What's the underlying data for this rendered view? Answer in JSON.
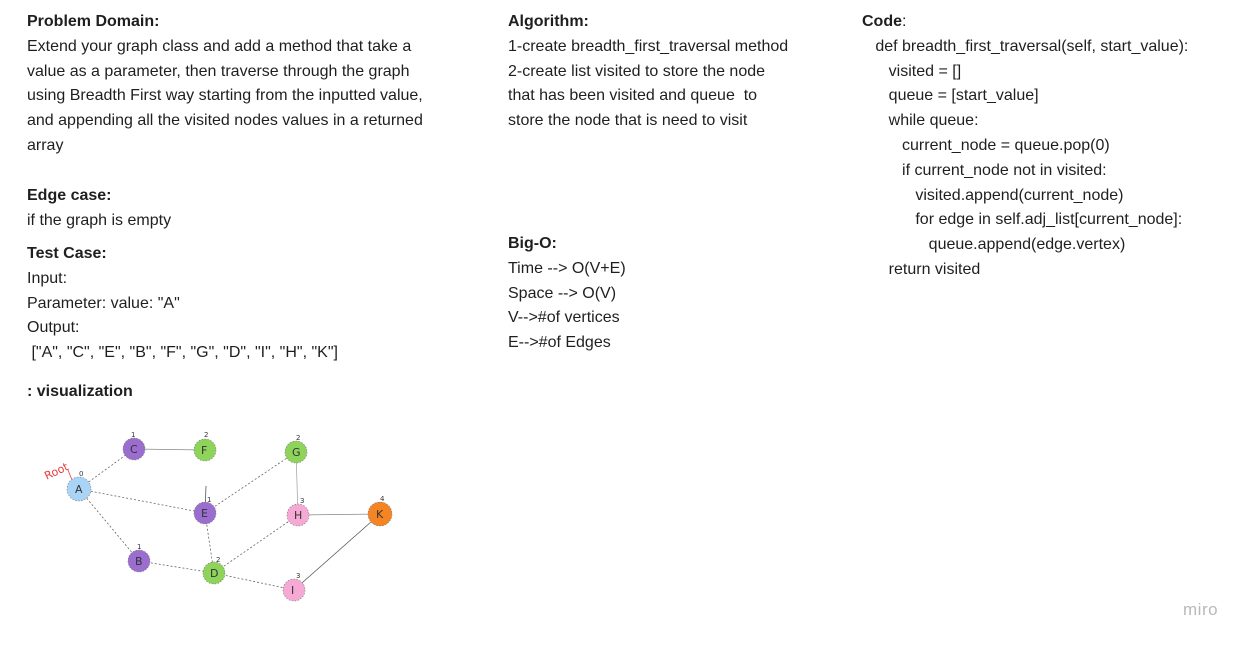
{
  "problem_domain": {
    "heading": "Problem Domain:",
    "lines": [
      "Extend your graph class and add a method that take a",
      "value as a parameter, then traverse through the graph",
      "using Breadth First way starting from the inputted value,",
      "and appending all the visited nodes values in a returned",
      "array"
    ]
  },
  "edge_case": {
    "heading": "Edge case:",
    "lines": [
      "if the graph is empty"
    ]
  },
  "test_case": {
    "heading": "Test Case:",
    "lines": [
      "Input:",
      "Parameter: value: \"A\"",
      "Output:",
      " [\"A\", \"C\", \"E\", \"B\", \"F\", \"G\", \"D\", \"I\", \"H\", \"K\"]"
    ]
  },
  "visualization": {
    "heading": ": visualization"
  },
  "algorithm": {
    "heading": "Algorithm:",
    "lines": [
      "1-create breadth_first_traversal method",
      "2-create list visited to store the node",
      "that has been visited and queue  to",
      "store the node that is need to visit"
    ]
  },
  "big_o": {
    "heading": "Big-O:",
    "lines": [
      "Time --> O(V+E)",
      "Space --> O(V)",
      "V-->#of vertices",
      "E-->#of Edges"
    ]
  },
  "code": {
    "heading": "Code",
    "colon": ":",
    "lines": [
      "   def breadth_first_traversal(self, start_value):",
      "",
      "      visited = []",
      "      queue = [start_value]",
      "      while queue:",
      "         current_node = queue.pop(0)",
      "         if current_node not in visited:",
      "            visited.append(current_node)",
      "            for edge in self.adj_list[current_node]:",
      "               queue.append(edge.vertex)",
      "      return visited"
    ]
  },
  "graph": {
    "root_label": "Root",
    "nodes": [
      {
        "id": "A",
        "label": "A",
        "level": "0",
        "color": "#a9d4f5"
      },
      {
        "id": "C",
        "label": "C",
        "level": "1",
        "color": "#9b6dcf"
      },
      {
        "id": "E",
        "label": "E",
        "level": "1",
        "color": "#9b6dcf"
      },
      {
        "id": "B",
        "label": "B",
        "level": "1",
        "color": "#9b6dcf"
      },
      {
        "id": "F",
        "label": "F",
        "level": "2",
        "color": "#8ed35a"
      },
      {
        "id": "G",
        "label": "G",
        "level": "2",
        "color": "#8ed35a"
      },
      {
        "id": "D",
        "label": "D",
        "level": "2",
        "color": "#8ed35a"
      },
      {
        "id": "I",
        "label": "I",
        "level": "3",
        "color": "#f6a9d4"
      },
      {
        "id": "H",
        "label": "H",
        "level": "3",
        "color": "#f6a9d4"
      },
      {
        "id": "K",
        "label": "K",
        "level": "4",
        "color": "#f58423"
      }
    ]
  },
  "brand": "miro"
}
